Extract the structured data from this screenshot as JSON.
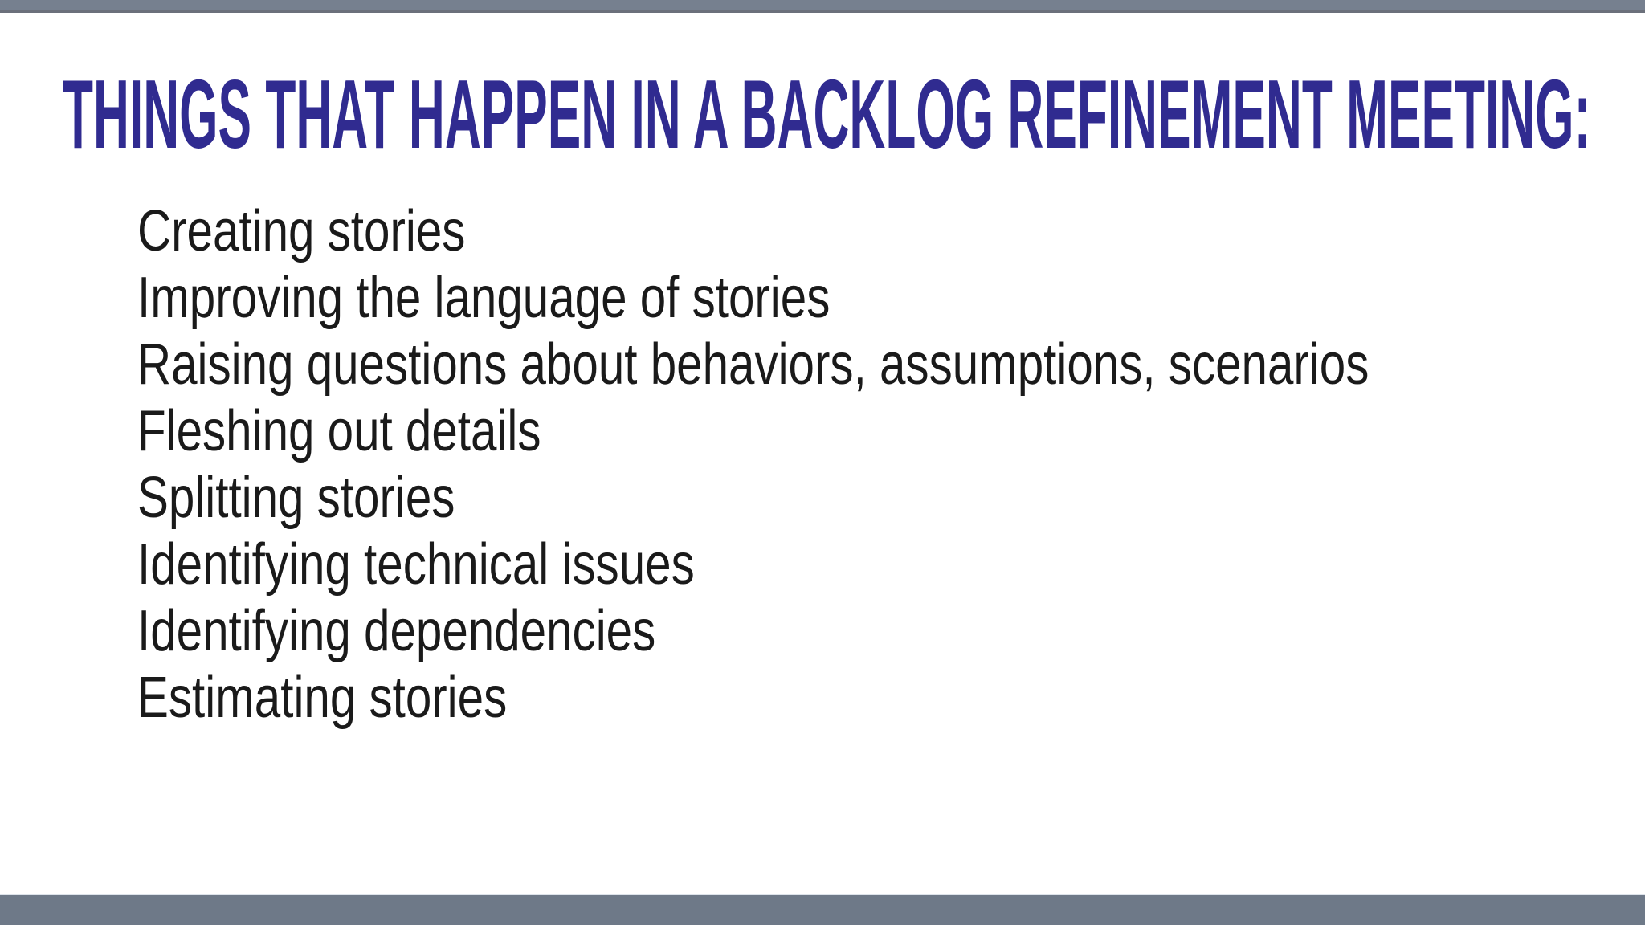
{
  "slide": {
    "title": "THINGS THAT HAPPEN IN A BACKLOG REFINEMENT MEETING:",
    "items": [
      "Creating stories",
      "Improving the language of stories",
      "Raising questions about behaviors, assumptions, scenarios",
      "Fleshing out details",
      "Splitting stories",
      "Identifying technical issues",
      "Identifying dependencies",
      "Estimating stories"
    ],
    "colors": {
      "title_text": "#302b90",
      "body_text": "#1a1a1a",
      "top_bar": "#76808f",
      "top_bar_edge": "#6b707b",
      "bottom_bar": "#6e7988",
      "bottom_bar_edge": "#dde3ea",
      "background": "#ffffff"
    }
  }
}
